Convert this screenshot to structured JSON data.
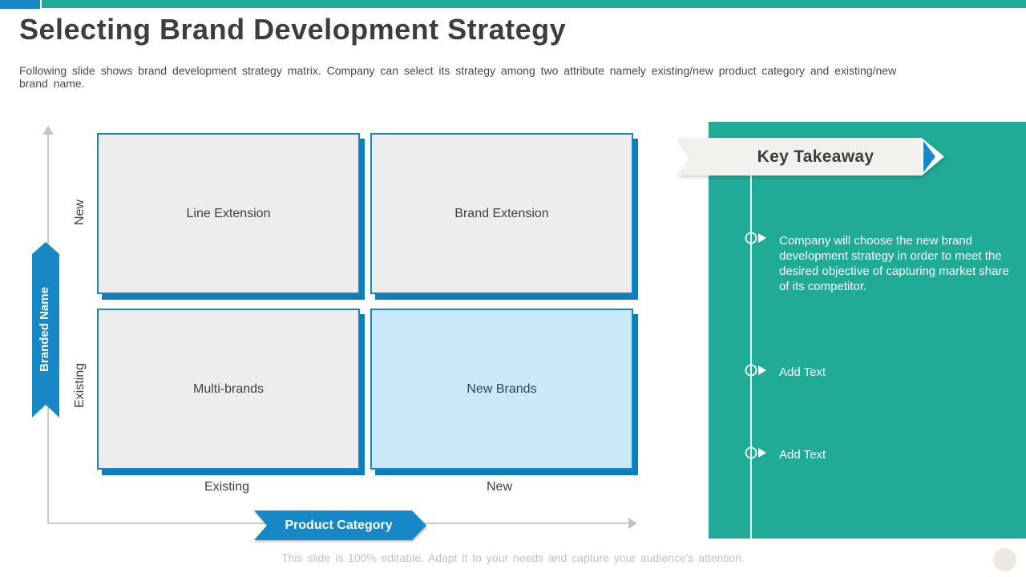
{
  "slide": {
    "title": "Selecting Brand Development Strategy",
    "subtitle": "Following slide shows brand development strategy matrix.  Company can select its strategy among two attribute namely existing/new product category and existing/new brand name.",
    "footer": "This slide is 100% editable.  Adapt it to your needs and capture your audience's attention."
  },
  "matrix": {
    "x_axis": {
      "label": "Product Category",
      "ticks": {
        "left": "Existing",
        "right": "New"
      }
    },
    "y_axis": {
      "label": "Branded Name",
      "ticks": {
        "top": "New",
        "bottom": "Existing"
      }
    },
    "quadrants": [
      {
        "name": "Line Extension",
        "row": "new",
        "col": "existing",
        "highlighted": false
      },
      {
        "name": "Brand Extension",
        "row": "new",
        "col": "new",
        "highlighted": false
      },
      {
        "name": "Multi-brands",
        "row": "existing",
        "col": "existing",
        "highlighted": false
      },
      {
        "name": "New Brands",
        "row": "existing",
        "col": "new",
        "highlighted": true
      }
    ]
  },
  "key_takeaway": {
    "title": "Key Takeaway",
    "bullets": [
      "Company will choose the new brand development strategy in order to meet the desired objective of capturing market share of its competitor.",
      "Add Text",
      "Add Text"
    ]
  },
  "colors": {
    "teal": "#20AB97",
    "blue": "#1787C6",
    "blue_shadow": "#0E7EBB",
    "quad_fill": "#EDEDED",
    "quad_highlight_fill": "#C9E9F9",
    "banner_fill": "#F2F1EE",
    "title_text": "#3D3D3D",
    "axis_gray": "#C9C9C9",
    "footer_text": "#C1C1C1"
  }
}
